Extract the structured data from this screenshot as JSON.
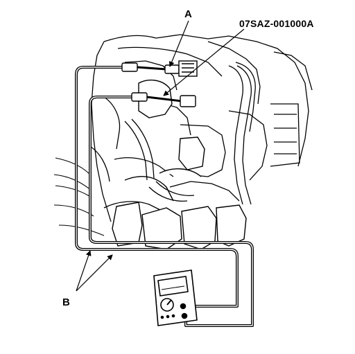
{
  "callouts": {
    "a": "A",
    "tool_number": "07SAZ-001000A",
    "b": "B"
  },
  "colors": {
    "ink": "#000000",
    "paper": "#ffffff"
  }
}
